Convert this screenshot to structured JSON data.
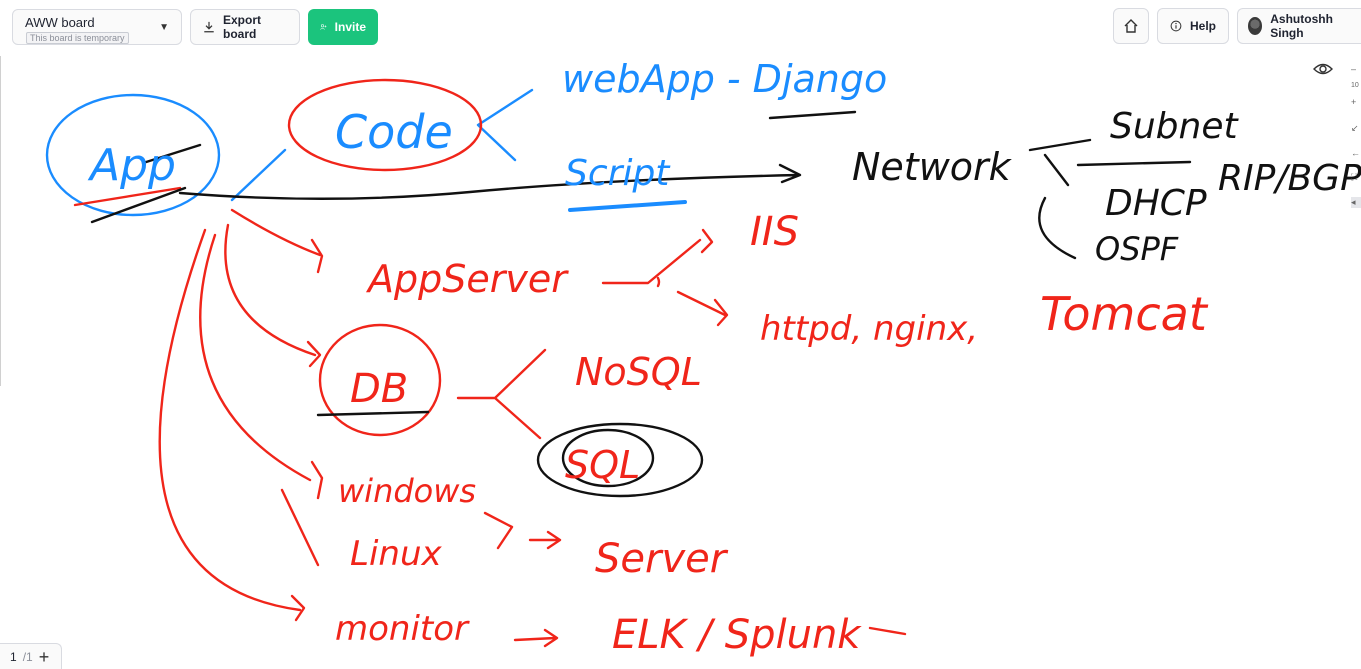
{
  "header": {
    "board_name": "AWW board",
    "board_subtitle": "This board is temporary",
    "export_label": "Export board",
    "invite_label": "Invite",
    "help_label": "Help",
    "user_name": "Ashutoshh Singh"
  },
  "footer": {
    "page_current": "1",
    "page_total": "/1"
  },
  "right_tools": {
    "zoom_text": "10"
  },
  "canvas_text": {
    "app": "App",
    "code": "Code",
    "webapp": "webApp - Django",
    "script": "Script",
    "network": "Network",
    "subnet": "Subnet",
    "dhcp": "DHCP",
    "ospf": "OSPF",
    "rip_bgp": "RIP/BGP",
    "appserver": "AppServer",
    "iis": "IIS",
    "httpd": "httpd, nginx,",
    "tomcat": "Tomcat",
    "db": "DB",
    "nosql": "NoSQL",
    "sql": "SQL",
    "windows": "windows",
    "linux": "Linux",
    "server": "Server",
    "monitor": "monitor",
    "elk": "ELK / Splunk"
  },
  "colors": {
    "blue": "#1a8cff",
    "red": "#f0251a",
    "black": "#111111",
    "invite_green": "#1bc47d"
  }
}
